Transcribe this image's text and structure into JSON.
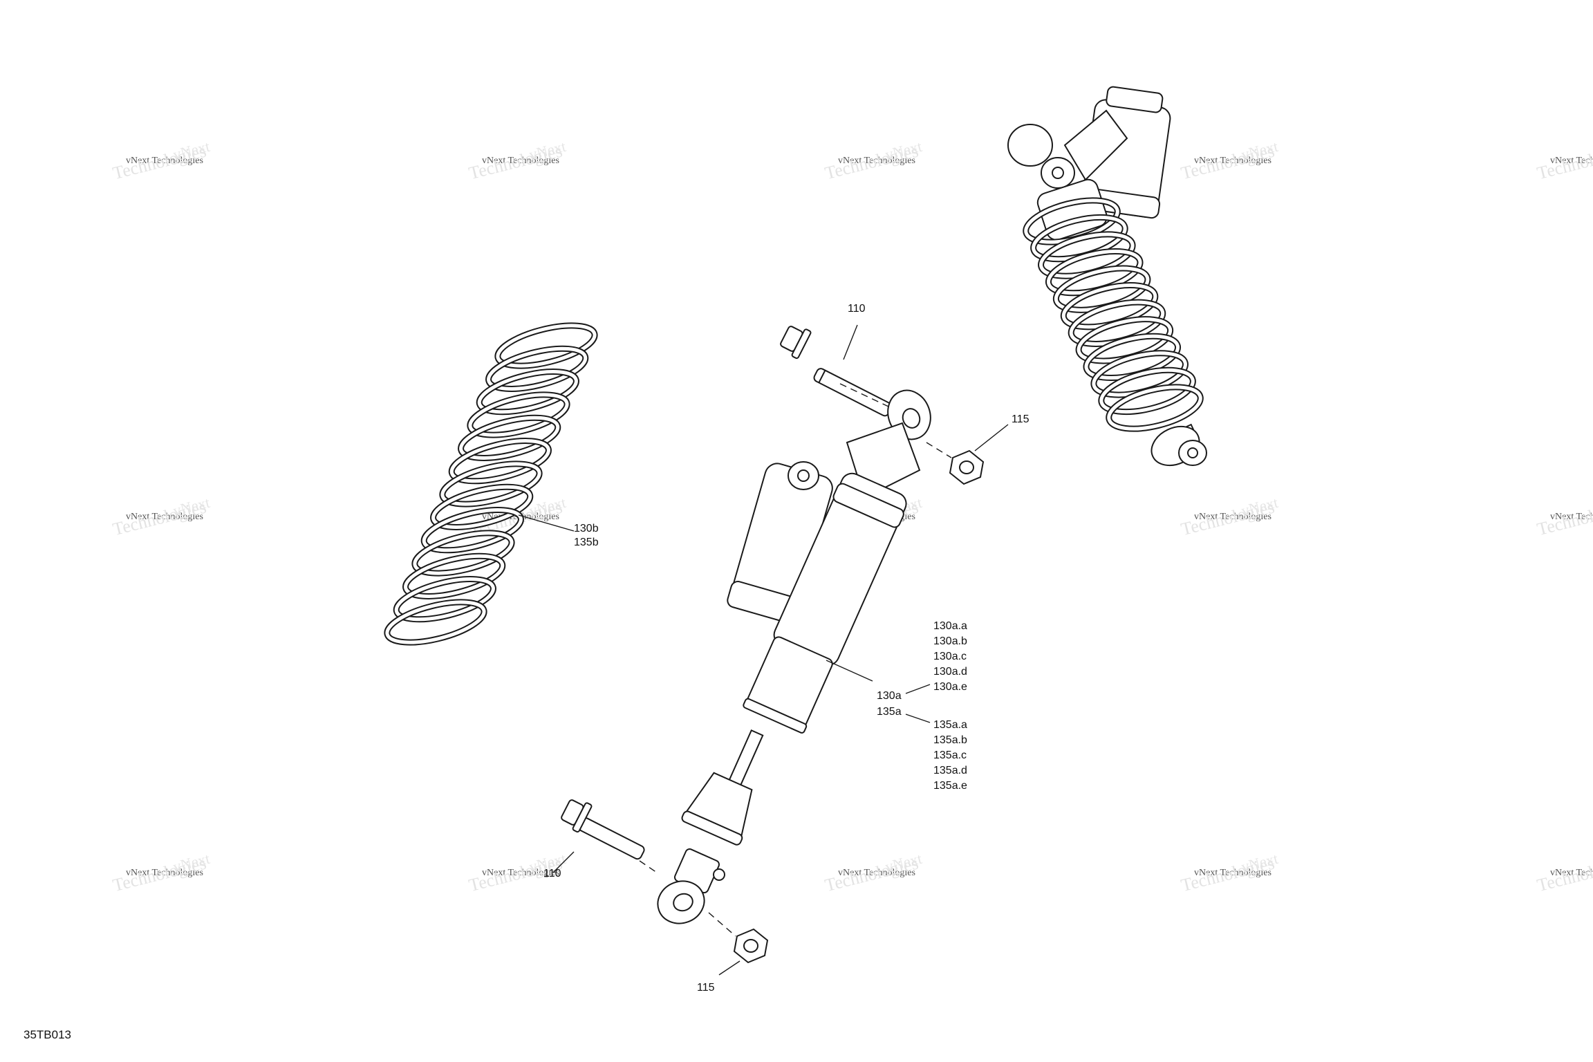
{
  "diagram_id": "35TB013",
  "watermark": {
    "line1": "vNext Technologies",
    "line2": "Technologies",
    "line3": "vNext"
  },
  "callouts": {
    "bolt_top": "110",
    "bolt_bottom": "110",
    "nut_top": "115",
    "nut_bottom": "115",
    "spring": [
      "130b",
      "135b"
    ],
    "shock_main": [
      "130a",
      "135a"
    ],
    "shock_sub_130a": [
      "130a.a",
      "130a.b",
      "130a.c",
      "130a.d",
      "130a.e"
    ],
    "shock_sub_135a": [
      "135a.a",
      "135a.b",
      "135a.c",
      "135a.d",
      "135a.e"
    ]
  }
}
